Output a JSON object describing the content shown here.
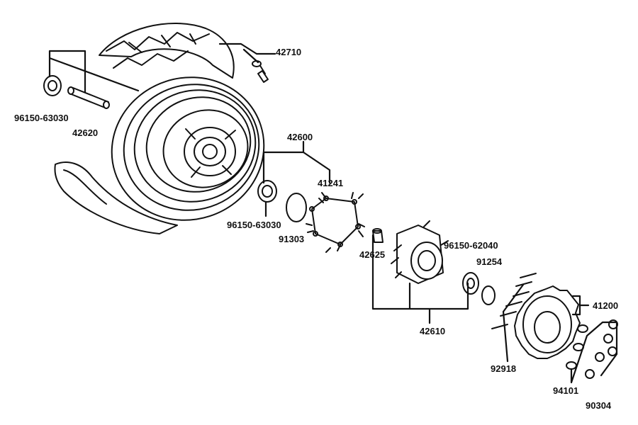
{
  "parts": {
    "p42710": "42710",
    "p96150_63030_left": "96150-63030",
    "p42620": "42620",
    "p42600": "42600",
    "p41241": "41241",
    "p96150_63030_mid": "96150-63030",
    "p91303": "91303",
    "p42625": "42625",
    "p96150_62040": "96150-62040",
    "p91254": "91254",
    "p42610": "42610",
    "p41200": "41200",
    "p92918": "92918",
    "p94101": "94101",
    "p90304": "90304"
  },
  "colors": {
    "line": "#111111",
    "background": "#ffffff",
    "shade": "#c8c8c8"
  }
}
